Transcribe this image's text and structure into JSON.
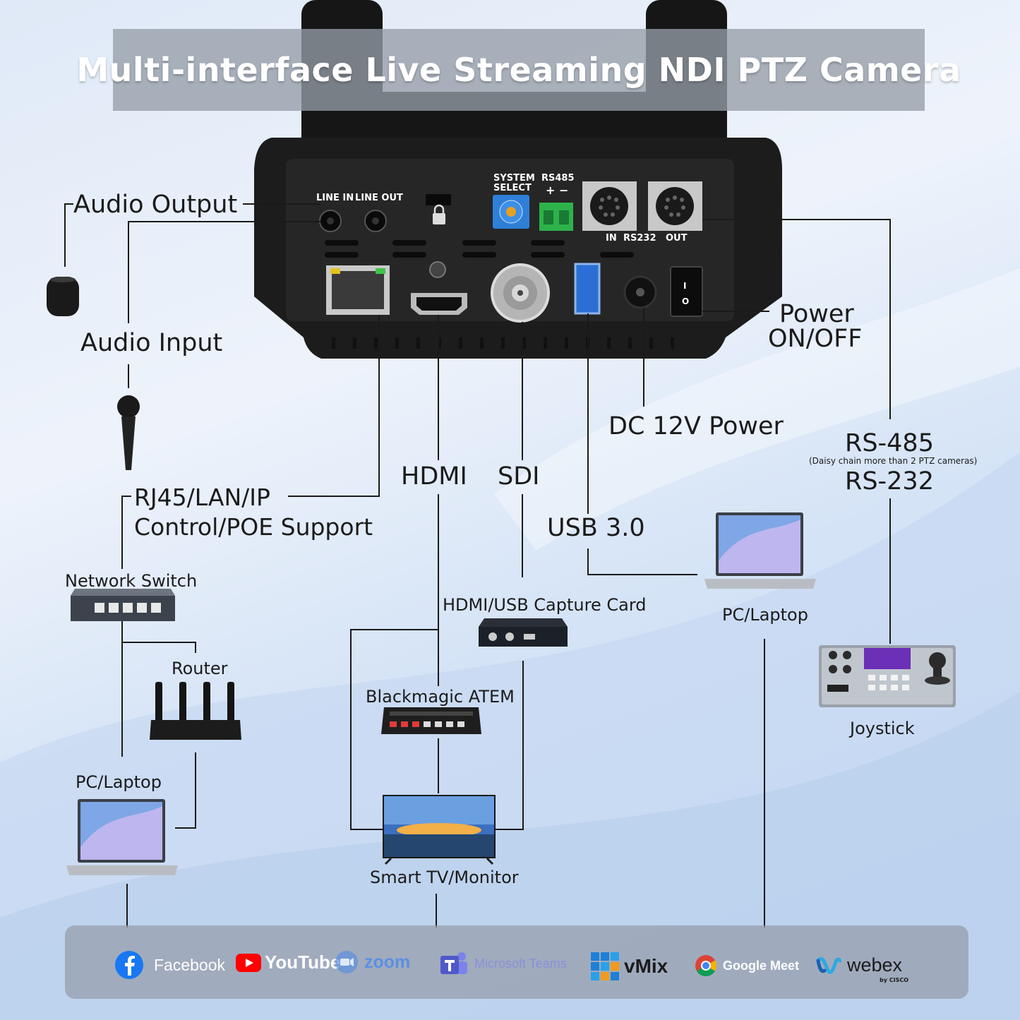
{
  "title": "Multi-interface Live Streaming NDI PTZ Camera",
  "camera_panel": {
    "line_in": "LINE IN",
    "line_out": "LINE OUT",
    "system_select": "SYSTEM\nSELECT",
    "system_line1": "SYSTEM",
    "system_line2": "SELECT",
    "rs485": "RS485",
    "rs485_polarity": "+ −",
    "rs232_in": "IN",
    "rs232": "RS232",
    "rs232_out": "OUT",
    "switch_on": "I",
    "switch_off": "O"
  },
  "labels": {
    "audio_output": "Audio Output",
    "audio_input": "Audio Input",
    "power_line1": "Power",
    "power_line2": "ON/OFF",
    "dc_power": "DC 12V Power",
    "rs485": "RS-485",
    "rs485_note": "(Daisy chain more than 2 PTZ cameras)",
    "rs232": "RS-232",
    "hdmi": "HDMI",
    "sdi": "SDI",
    "usb": "USB 3.0",
    "rj45_line1": "RJ45/LAN/IP",
    "rj45_line2": "Control/POE Support"
  },
  "devices": {
    "network_switch": "Network Switch",
    "router": "Router",
    "pc_laptop_left": "PC/Laptop",
    "pc_laptop_right": "PC/Laptop",
    "capture_card": "HDMI/USB Capture Card",
    "atem": "Blackmagic ATEM",
    "tv": "Smart TV/Monitor",
    "joystick": "Joystick"
  },
  "platforms": [
    {
      "name": "Facebook",
      "icon": "facebook-icon",
      "color": "#1877f2"
    },
    {
      "name": "YouTube",
      "icon": "youtube-icon",
      "color": "#ff0000"
    },
    {
      "name": "zoom",
      "icon": "zoom-icon",
      "color": "#2d8cff"
    },
    {
      "name": "Microsoft Teams",
      "icon": "teams-icon",
      "color": "#6264a7"
    },
    {
      "name": "vMix",
      "icon": "vmix-icon",
      "color": "#1f7fd6"
    },
    {
      "name": "Google Meet",
      "icon": "chrome-icon",
      "color": "#34a853"
    },
    {
      "name": "webex",
      "icon": "webex-icon",
      "color": "#1b1b1b"
    }
  ],
  "webex_sub": "by CISCO",
  "colors": {
    "accent": "#1a1a1a",
    "bar": "#969ea8"
  }
}
